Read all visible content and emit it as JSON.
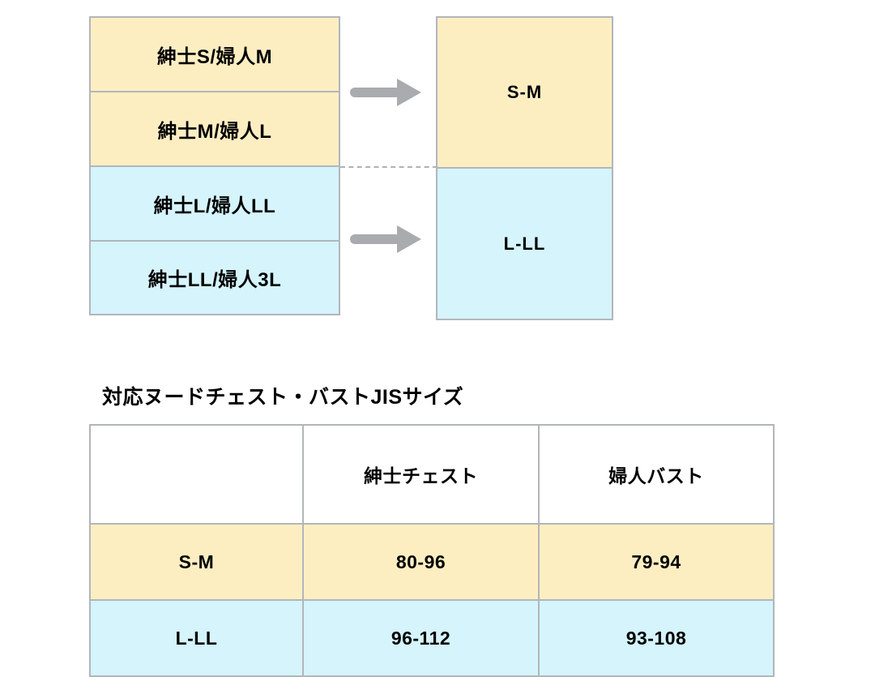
{
  "size_map": {
    "left_column": [
      {
        "label": "紳士S/婦人M",
        "fill": "yellow"
      },
      {
        "label": "紳士M/婦人L",
        "fill": "yellow"
      },
      {
        "label": "紳士L/婦人LL",
        "fill": "blue"
      },
      {
        "label": "紳士LL/婦人3L",
        "fill": "blue"
      }
    ],
    "right_column": [
      {
        "label": "S-M",
        "fill": "yellow"
      },
      {
        "label": "L-LL",
        "fill": "blue"
      }
    ],
    "arrows": [
      {
        "name": "arrow-top",
        "direction": "right"
      },
      {
        "name": "arrow-bottom",
        "direction": "right"
      }
    ],
    "divider": "dashed-horizontal"
  },
  "jis_table": {
    "title": "対応ヌードチェスト・バストJISサイズ",
    "columns": [
      "",
      "紳士チェスト",
      "婦人バスト"
    ],
    "rows": [
      {
        "size": "S-M",
        "mens_chest": "80-96",
        "womens_bust": "79-94",
        "fill": "yellow"
      },
      {
        "size": "L-LL",
        "mens_chest": "96-112",
        "womens_bust": "93-108",
        "fill": "blue"
      }
    ]
  },
  "colors": {
    "yellow_fill": "#fdeec2",
    "blue_fill": "#d5f4fc",
    "border": "#b2b6ba",
    "arrow": "#a9abaf",
    "text": "#000000",
    "background": "#ffffff"
  }
}
